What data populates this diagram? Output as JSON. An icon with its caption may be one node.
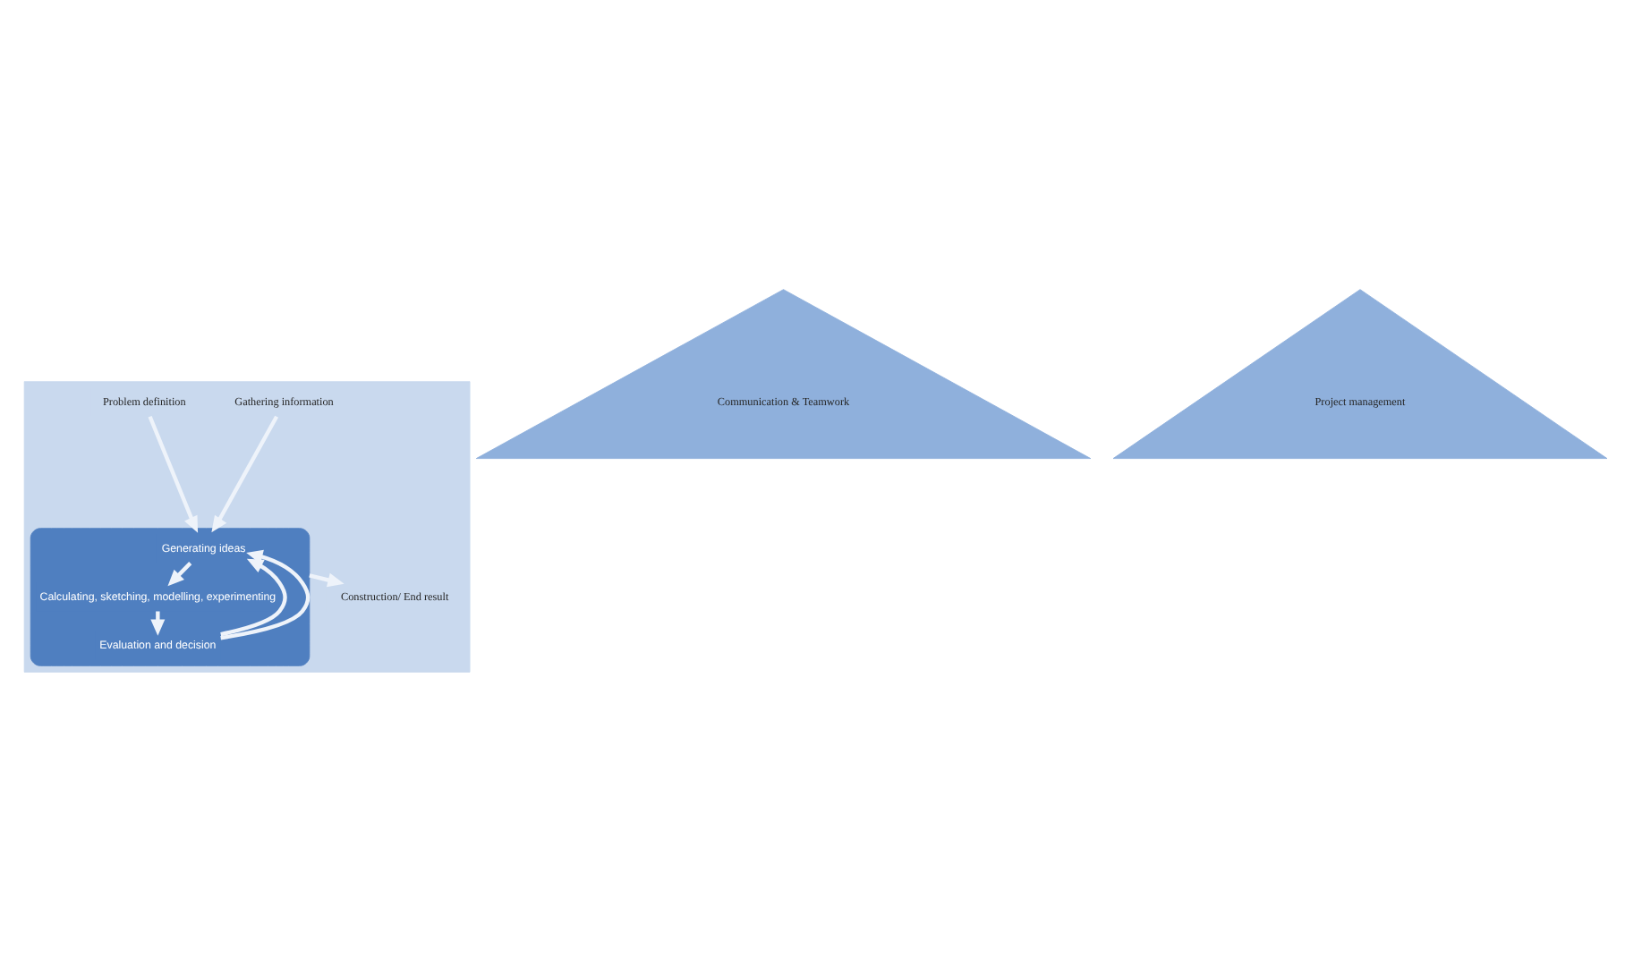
{
  "diagram": {
    "nodes": [
      {
        "text": [],
        "shape": "triangle"
      },
      {
        "text": [
          "Gathering information"
        ],
        "in": 0
      },
      {
        "text": [
          "Problem definition"
        ],
        "in": 0
      },
      {
        "text": [],
        "shape": "ellipse",
        "in": 0
      },
      {
        "text": [
          "Generating ideas"
        ],
        "in": 3
      },
      {
        "text": [
          "Calculating, sketching, modelling, experimenting"
        ],
        "in": 3
      },
      {
        "text": [
          "Evaluation and decision"
        ],
        "in": 3
      },
      {
        "text": [
          "Construction/ End result"
        ],
        "in": 0
      },
      {
        "text": [
          "Communication & Teamwork"
        ]
      },
      {
        "text": [
          "Project management"
        ]
      }
    ],
    "edges": [
      {
        "from": 1,
        "to": 3,
        "arrow": "to"
      },
      {
        "from": 2,
        "to": 3,
        "arrow": "to"
      },
      {
        "from": 4,
        "to": 5,
        "arrow": "to"
      },
      {
        "from": 5,
        "to": 6,
        "arrow": "to"
      },
      {
        "from": 6,
        "to": 4,
        "arrow": "to"
      },
      {
        "from": 6,
        "to": 4,
        "arrow": "to"
      },
      {
        "from": 3,
        "to": 7,
        "arrow": "to"
      }
    ]
  }
}
